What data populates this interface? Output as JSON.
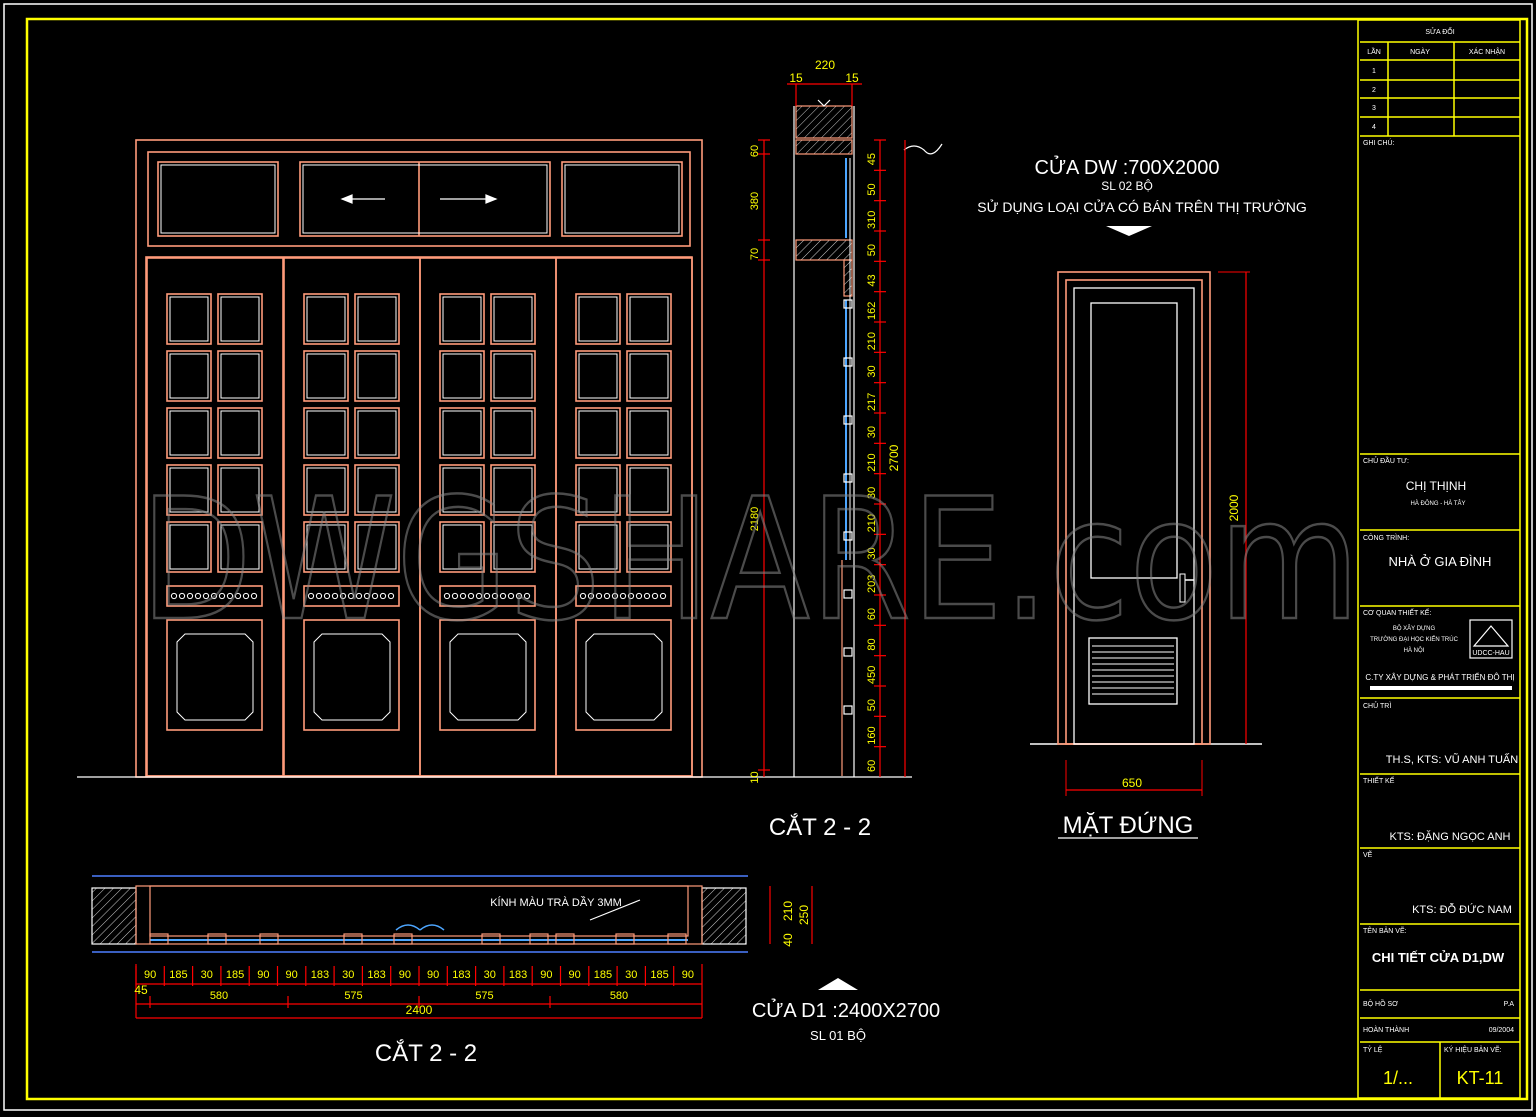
{
  "colors": {
    "background": "#000000",
    "frame": "#ffff00",
    "door": "#ff9b7a",
    "door_inner": "#ffffff",
    "dimension": "#ff0000",
    "dim_text": "#ffff00",
    "glass": "#4da6ff"
  },
  "watermark": "DWGSHARE.com",
  "door_dw": {
    "title": "CỬA DW :700X2000",
    "qty": "SL 02 BỘ",
    "note": "SỬ DỤNG LOẠI CỬA CÓ BÁN TRÊN THỊ TRƯỜNG",
    "height_dim": "2000",
    "width_dim": "650",
    "view_label": "MẶT ĐỨNG"
  },
  "door_d1": {
    "title": "CỬA D1 :2400X2700",
    "qty": "SL 01 BỘ"
  },
  "section_side": {
    "label": "CẮT 2 - 2",
    "top_total": "220",
    "top_left": "15",
    "top_right": "15",
    "left_dims": [
      "60",
      "380",
      "70",
      "2180",
      "10"
    ],
    "right_dims": [
      "45",
      "50",
      "310",
      "50",
      "43",
      "162",
      "210",
      "30",
      "217",
      "30",
      "210",
      "30",
      "210",
      "30",
      "203",
      "60",
      "80",
      "450",
      "50",
      "160",
      "60"
    ],
    "total_height": "2700"
  },
  "section_plan": {
    "label": "CẮT 2 - 2",
    "glass_note": "KÍNH MÀU TRÀ DẦY 3MM",
    "row1": [
      "90",
      "185",
      "30",
      "185",
      "90",
      "90",
      "183",
      "30",
      "183",
      "90",
      "90",
      "183",
      "30",
      "183",
      "90",
      "90",
      "185",
      "30",
      "185",
      "90"
    ],
    "row2_left": "45",
    "row2": [
      "580",
      "575",
      "575",
      "580"
    ],
    "total": "2400",
    "side_dims": [
      "210",
      "40",
      "250"
    ]
  },
  "title_block": {
    "revisions_header": "SỬA ĐỔI",
    "rev_cols": [
      "LẦN",
      "NGÀY",
      "XÁC NHẬN"
    ],
    "rev_rows": [
      "1",
      "2",
      "3",
      "4"
    ],
    "note_label": "GHI CHÚ:",
    "owner_label": "CHỦ ĐẦU TƯ:",
    "owner": "CHỊ THỊNH",
    "owner_sub": "HÀ ĐÔNG - HÀ TÂY",
    "project_label": "CÔNG TRÌNH:",
    "project": "NHÀ Ở GIA ĐÌNH",
    "designer_org_label": "CƠ QUAN THIẾT KẾ:",
    "org_lines": [
      "BỘ XÂY DỰNG",
      "TRƯỜNG ĐẠI HỌC KIẾN TRÚC",
      "HÀ NỘI"
    ],
    "logo_text": "UDCC-HAU",
    "company": "C.TY XÂY DỰNG & PHÁT TRIỂN ĐÔ THỊ",
    "lead_label": "CHỦ TRÌ",
    "lead": "TH.S, KTS: VŨ ANH TUẤN",
    "design_label": "THIẾT KẾ",
    "designer": "KTS: ĐẶNG NGỌC ANH",
    "draw_label": "VẼ",
    "drawer": "KTS: ĐỖ ĐỨC NAM",
    "drawing_name_label": "TÊN BẢN VẼ:",
    "drawing_name": "CHI TIẾT CỬA D1,DW",
    "file_label": "BỘ HỒ SƠ",
    "file_value": "P.A",
    "done_label": "HOÀN THÀNH",
    "done_value": "09/2004",
    "scale_label": "TỶ LỆ",
    "scale": "1/...",
    "sheet_label": "KÝ HIỆU BẢN VẼ:",
    "sheet": "KT-11"
  }
}
